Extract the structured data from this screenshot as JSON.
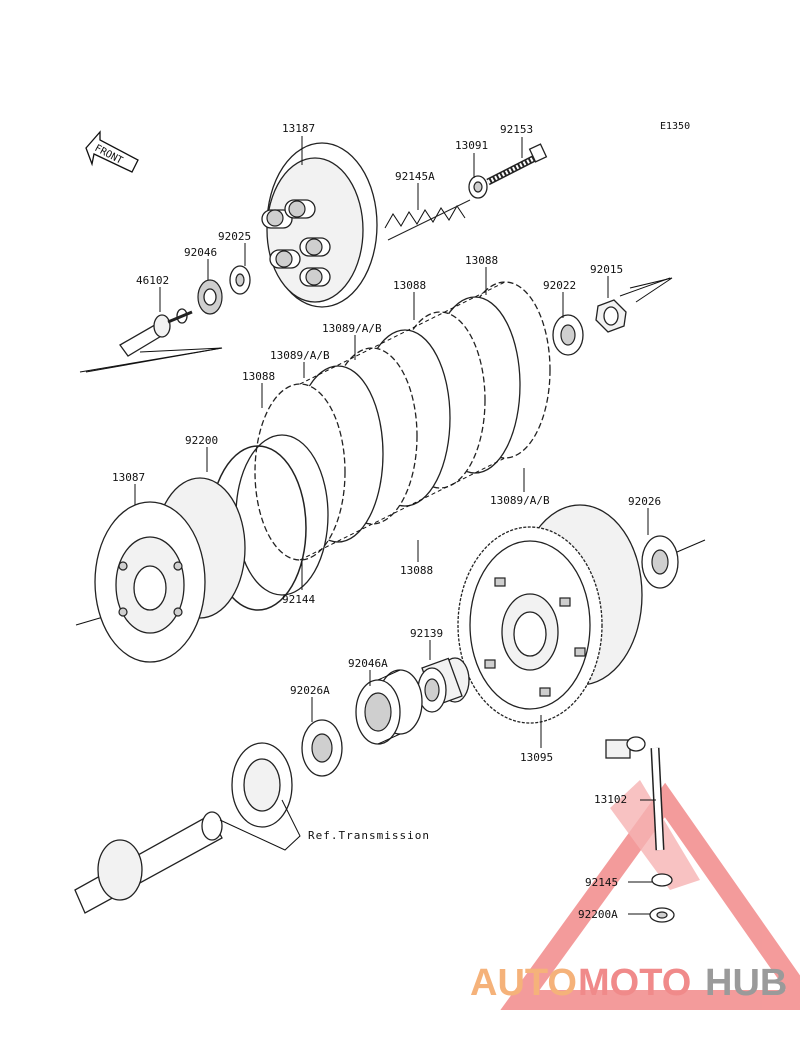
{
  "diagram": {
    "code": "E1350",
    "front_label": "FRONT",
    "ref_transmission": "Ref.Transmission",
    "labels": {
      "p13187": "13187",
      "p92153": "92153",
      "p13091": "13091",
      "p92145A": "92145A",
      "p92025": "92025",
      "p92046": "92046",
      "p46102": "46102",
      "p13088_top": "13088",
      "p13088_mid": "13088",
      "p92022": "92022",
      "p92015": "92015",
      "p13089_a": "13089/A/B",
      "p13089_b": "13089/A/B",
      "p13088_left": "13088",
      "p92200": "92200",
      "p13087": "13087",
      "p13089_c": "13089/A/B",
      "p92026": "92026",
      "p13088_bottom": "13088",
      "p92144": "92144",
      "p92139": "92139",
      "p92046A": "92046A",
      "p92026A": "92026A",
      "p13095": "13095",
      "p13102": "13102",
      "p92145": "92145",
      "p92200A": "92200A"
    }
  },
  "watermark": {
    "part1": "AUTO",
    "part2": "MOTO",
    "part3": "HUB",
    "color1": "#f5b27a",
    "color2": "#f08a8a",
    "color3": "#9a9a9a"
  }
}
